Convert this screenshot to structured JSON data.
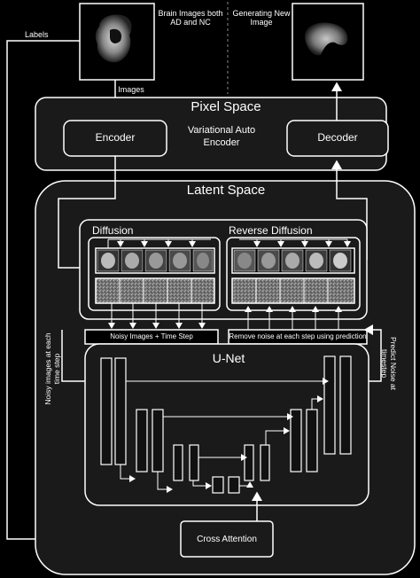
{
  "labels": {
    "labels_arrow": "Labels",
    "brain_images": "Brain Images both AD and NC",
    "generating_new": "Generating New Image",
    "images": "Images",
    "pixel_space": "Pixel Space",
    "encoder": "Encoder",
    "decoder": "Decoder",
    "vae": "Variational Auto Encoder",
    "latent_space": "Latent Space",
    "diffusion": "Diffusion",
    "reverse_diffusion": "Reverse Diffusion",
    "noisy_time": "Noisy Images + Time Step",
    "remove_noise": "Remove noise at each step using prediction",
    "unet": "U-Net",
    "noisy_each_step": "Noisy images at each time step",
    "predict_noise": "Predict Noise at timestep",
    "cross_attention": "Cross Attention"
  },
  "colors": {
    "background": "#000000",
    "panel": "#1a1a1a",
    "line": "#ffffff"
  }
}
